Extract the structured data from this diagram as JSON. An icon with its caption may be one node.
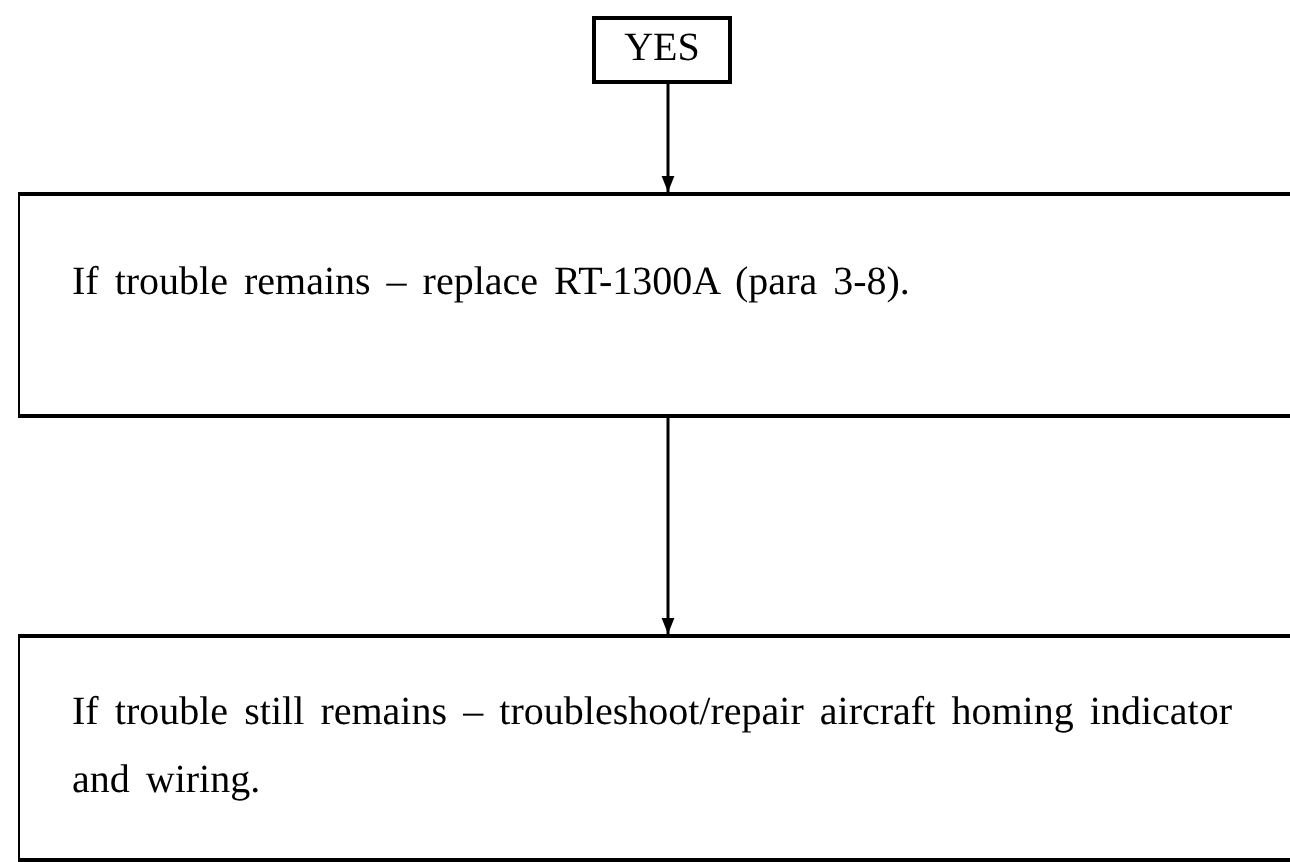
{
  "diagram": {
    "nodes": [
      {
        "text": [
          "YES"
        ]
      },
      {
        "text": [
          "If trouble remains – replace RT-1300A (para 3-8)."
        ]
      },
      {
        "text": [
          "If trouble still remains – troubleshoot/repair aircraft homing indicator and wiring."
        ]
      }
    ],
    "edges": [
      {
        "from": 0,
        "to": 1,
        "arrow": "to"
      },
      {
        "from": 1,
        "to": 2,
        "arrow": "to"
      }
    ]
  }
}
